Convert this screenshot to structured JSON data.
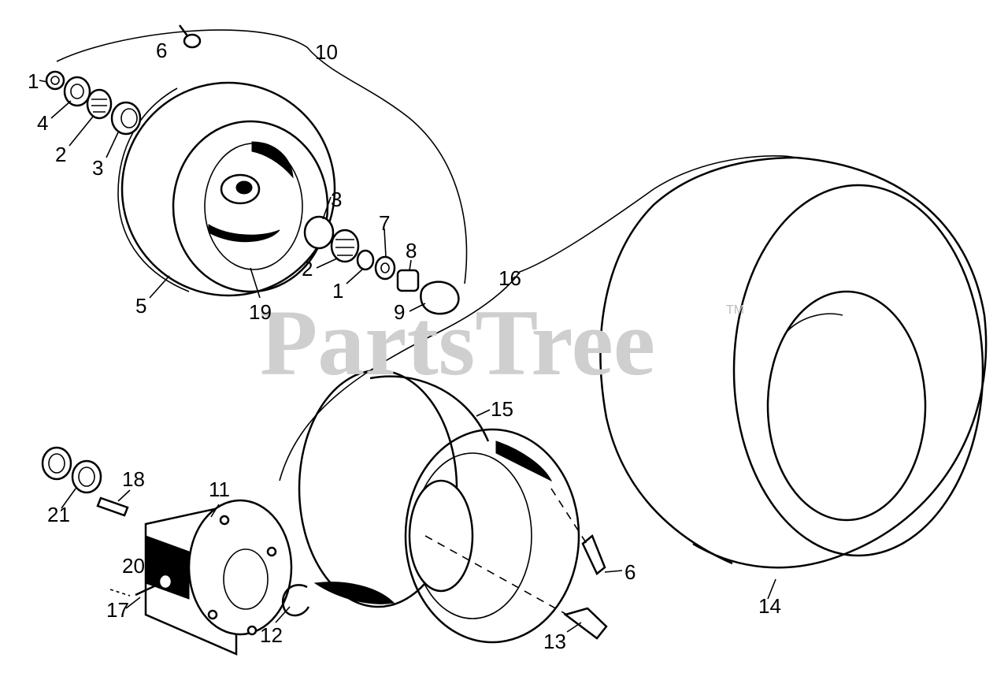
{
  "watermark": {
    "text": "PartsTree",
    "trademark": "TM"
  },
  "callouts": [
    "1",
    "4",
    "2",
    "3",
    "6",
    "10",
    "3",
    "7",
    "2",
    "8",
    "1",
    "16",
    "5",
    "19",
    "9",
    "15",
    "18",
    "11",
    "21",
    "20",
    "6",
    "17",
    "12",
    "13",
    "14"
  ]
}
